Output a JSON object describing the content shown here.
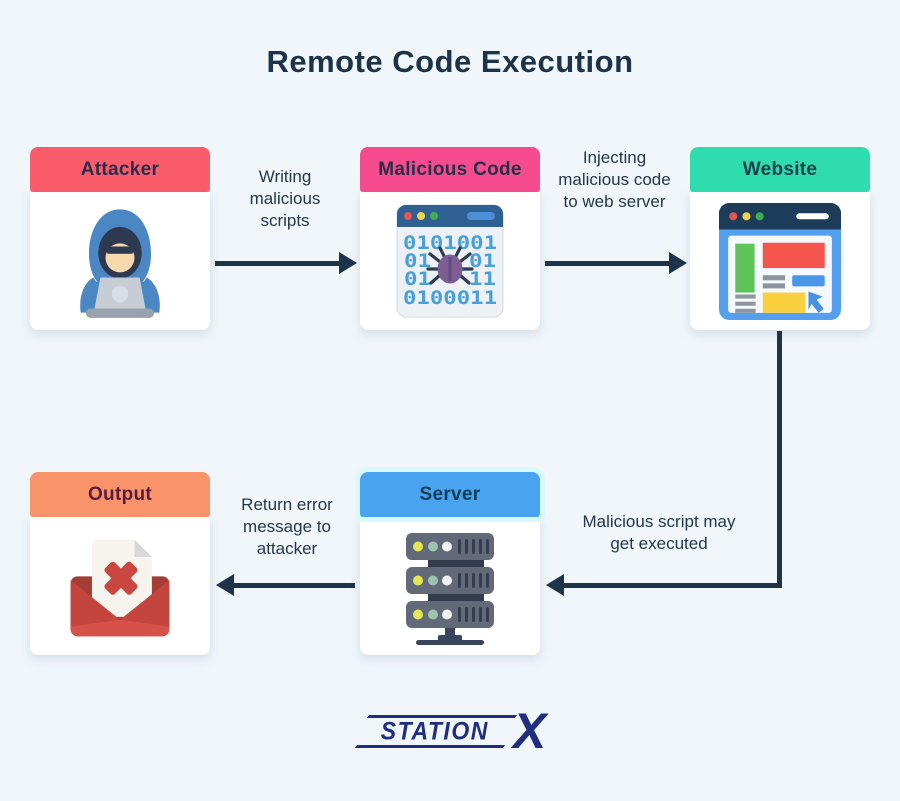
{
  "title": "Remote Code Execution",
  "background": "#f0f6fa",
  "line_color": "#1c3349",
  "nodes": {
    "attacker": {
      "label": "Attacker",
      "header_bg": "#fb5c6c",
      "label_color": "#262f4c",
      "icon": "hooded-hacker-with-laptop"
    },
    "malicious_code": {
      "label": "Malicious Code",
      "header_bg": "#f64b8c",
      "label_color": "#262f4c",
      "icon": "browser-binary-code-with-bug"
    },
    "website": {
      "label": "Website",
      "header_bg": "#2edcae",
      "label_color": "#16404b",
      "icon": "webpage-layout-with-cursor"
    },
    "output": {
      "label": "Output",
      "header_bg": "#f9936a",
      "label_color": "#5a1b3e",
      "icon": "open-envelope-error-letter"
    },
    "server": {
      "label": "Server",
      "header_bg": "#4aa3ee",
      "label_color": "#0f3e57",
      "icon": "server-rack"
    }
  },
  "edges": {
    "attacker_to_malicious": {
      "label": "Writing malicious scripts"
    },
    "malicious_to_website": {
      "label": "Injecting malicious code to web server"
    },
    "website_to_server": {
      "label": "Malicious script may get executed"
    },
    "server_to_output": {
      "label": "Return error message to attacker"
    }
  },
  "binary_code": {
    "row1": "0101001",
    "row2_left": "01",
    "row2_right": "01",
    "row3_left": "01",
    "row3_right": "11",
    "row4": "0100011"
  },
  "logo": {
    "text": "STATION",
    "x": "X",
    "color": "#202e80"
  }
}
